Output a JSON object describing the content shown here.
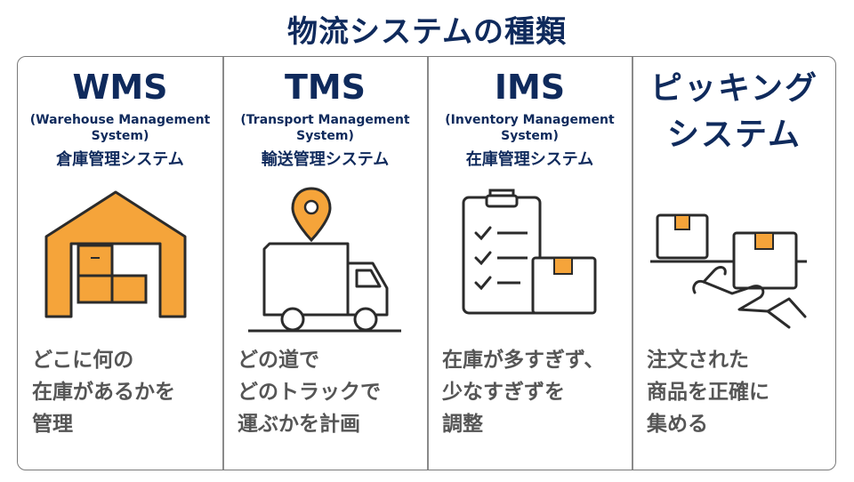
{
  "title": "物流システムの種類",
  "columns": [
    {
      "abbr": "WMS",
      "full_line1": "(Warehouse Management",
      "full_line2": "System)",
      "jp_name": "倉庫管理システム",
      "icon": "warehouse-icon",
      "desc": [
        "どこに何の",
        "在庫があるかを",
        "管理"
      ]
    },
    {
      "abbr": "TMS",
      "full_line1": "(Transport Management",
      "full_line2": "System)",
      "jp_name": "輸送管理システム",
      "icon": "truck-icon",
      "desc": [
        "どの道で",
        "どのトラックで",
        "運ぶかを計画"
      ]
    },
    {
      "abbr": "IMS",
      "full_line1": "(Inventory Management",
      "full_line2": "System)",
      "jp_name": "在庫管理システム",
      "icon": "clipboard-icon",
      "desc": [
        "在庫が多すぎず、",
        "少なすぎずを",
        "調整"
      ]
    },
    {
      "abbr_line1": "ピッキング",
      "abbr_line2": "システム",
      "icon": "hand-box-icon",
      "desc": [
        "注文された",
        "商品を正確に",
        "集める"
      ]
    }
  ],
  "colors": {
    "navy": "#0f2a5c",
    "orange": "#f5a43a",
    "gray_text": "#555555",
    "line": "#2b2b2b"
  }
}
